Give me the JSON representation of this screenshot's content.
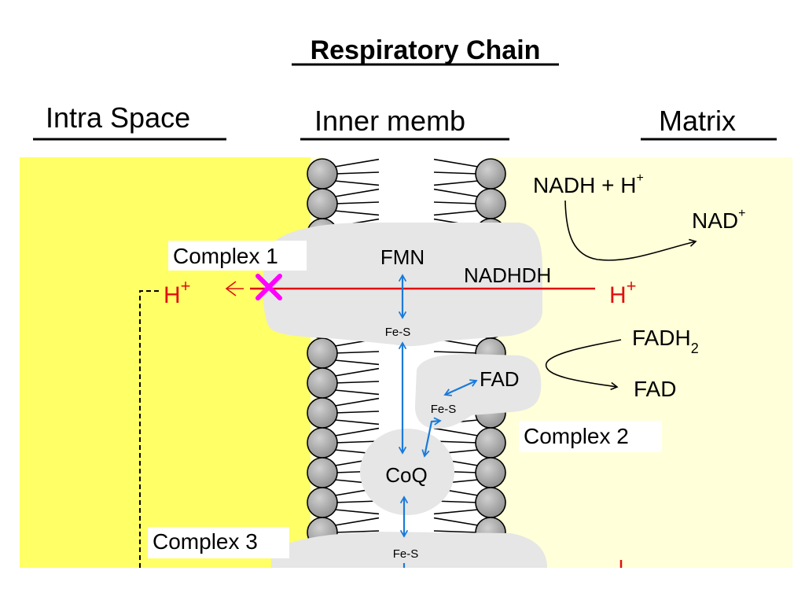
{
  "title": "Respiratory Chain",
  "regions": {
    "intra_space": "Intra Space",
    "inner_memb": "Inner memb",
    "matrix": "Matrix"
  },
  "labels": {
    "complex1": "Complex 1",
    "complex2": "Complex 2",
    "complex3": "Complex 3",
    "fmn": "FMN",
    "nadhdh": "NADHDH",
    "fes_top": "Fe-S",
    "fes_mid": "Fe-S",
    "fes_bottom": "Fe-S",
    "fad_complex": "FAD",
    "coq": "CoQ"
  },
  "reactions": {
    "nadh_h": "NADH + H",
    "nadh_sup": "+",
    "nad": "NAD",
    "nad_sup": "+",
    "fadh2": "FADH",
    "fadh2_sub": "2",
    "fad": "FAD"
  },
  "protons": {
    "h_left": "H",
    "h_left_sup": "+",
    "h_right": "H",
    "h_right_sup": "+"
  },
  "colors": {
    "intra_bg": "#ffff66",
    "matrix_bg": "#ffffd9",
    "protein": "#e6e6e6",
    "proton": "#e01010",
    "electron": "#1a7ad9",
    "block_x": "#ff00ff",
    "lipid_head": "#a8a8a8"
  }
}
